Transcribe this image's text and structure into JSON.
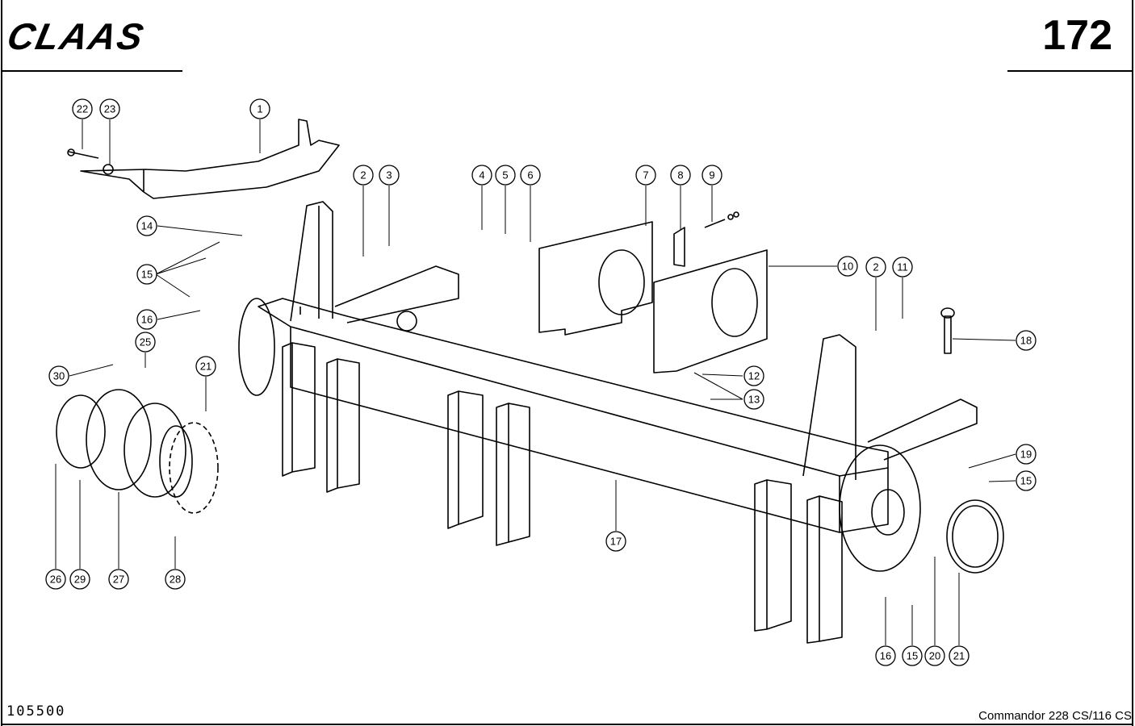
{
  "header": {
    "brand": "CLAAS",
    "page_number": "172"
  },
  "footer": {
    "drawing_number": "105500",
    "model": "Commandor 228 CS/116 CS"
  },
  "callouts": [
    "22",
    "23",
    "1",
    "14",
    "15",
    "16",
    "25",
    "30",
    "21",
    "2",
    "3",
    "4",
    "5",
    "6",
    "7",
    "8",
    "9",
    "10",
    "2",
    "11",
    "18",
    "12",
    "13",
    "19",
    "15",
    "17",
    "26",
    "29",
    "27",
    "28",
    "16",
    "15",
    "20",
    "21"
  ]
}
